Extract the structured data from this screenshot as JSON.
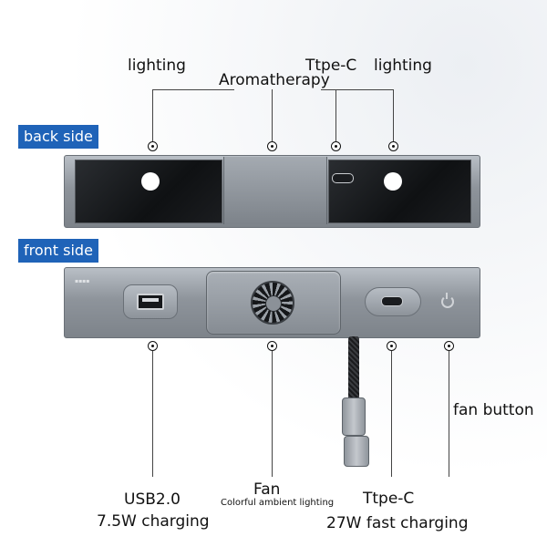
{
  "tags": {
    "back_side": "back side",
    "front_side": "front side"
  },
  "back_labels": {
    "lighting_left": "lighting",
    "aromatherapy": "Aromatherapy",
    "type_c": "Ttpe-C",
    "lighting_right": "lighting"
  },
  "front_labels": {
    "fan_button": "fan button",
    "fan": "Fan",
    "fan_sub": "Colorful ambient lighting",
    "usb_line1": "USB2.0",
    "usb_line2": "7.5W charging",
    "typec": "Ttpe-C",
    "typec_sub": "27W fast charging"
  },
  "icons": [
    "usb-a-port-icon",
    "usb-c-port-icon",
    "fan-icon",
    "power-icon"
  ],
  "colors": {
    "tag_bg": "#1f63b8",
    "device_metal": "#8e949b",
    "panel_black": "#0f1113"
  }
}
